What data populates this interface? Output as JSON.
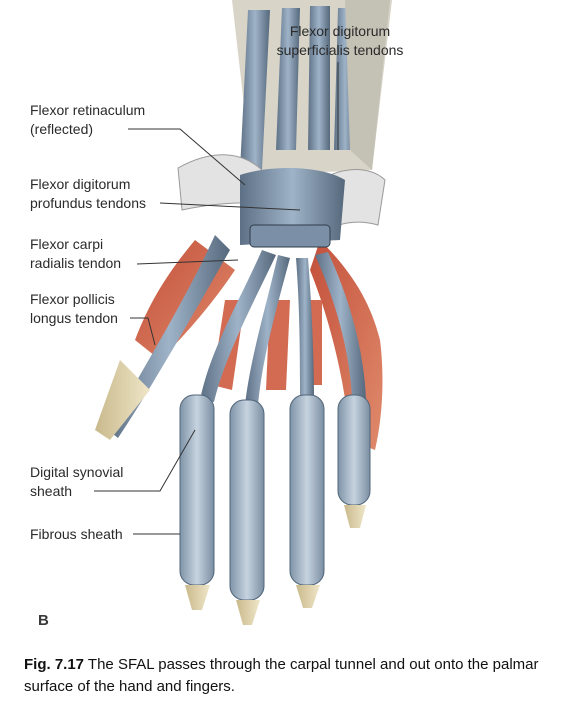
{
  "labels": {
    "fds": [
      "Flexor digitorum",
      "superficialis tendons"
    ],
    "retinaculum": [
      "Flexor retinaculum",
      "(reflected)"
    ],
    "fdp": [
      "Flexor digitorum",
      "profundus tendons"
    ],
    "fcr": [
      "Flexor carpi",
      "radialis tendon"
    ],
    "fpl": [
      "Flexor pollicis",
      "longus tendon"
    ],
    "synovial": [
      "Digital synovial",
      "sheath"
    ],
    "fibrous": "Fibrous sheath"
  },
  "panel_letter": "B",
  "caption": {
    "figure_number": "Fig. 7.17",
    "text": " The SFAL passes through the carpal tunnel and out onto the palmar surface of the hand and fingers."
  }
}
